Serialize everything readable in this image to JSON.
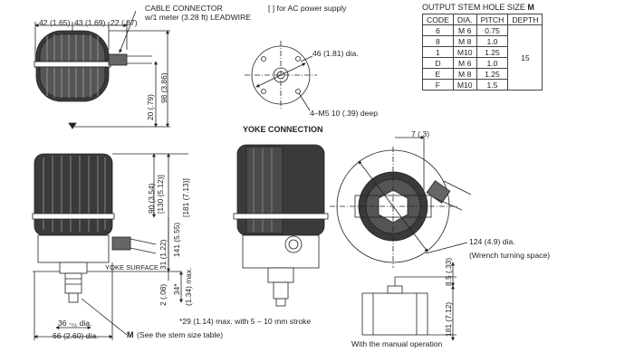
{
  "top_labels": {
    "cable_connector": "CABLE CONNECTOR",
    "leadwire": "w/1 meter (3.28 ft) LEADWIRE",
    "ac_note": "[    ] for AC power supply"
  },
  "top_view_dims": {
    "d1": "42 (1.65)",
    "d2": "43 (1.69)",
    "d3": "22 (.87)",
    "height_left": "20 (.79)",
    "height_right": "98 (3.86)"
  },
  "yoke_view": {
    "dia_label": "46 (1.81) dia.",
    "hole_label": "4–M5 10 (.39) deep",
    "title": "YOKE CONNECTION"
  },
  "front_view_dims": {
    "d90": "90 (3.54)",
    "d130": "[130 (5.12)]",
    "d141": "141 (5.55)",
    "d181": "[181 (7.13)]",
    "d31": "31 (1.22)",
    "d2": "2 (.08)",
    "d34": "34*",
    "d134": "(1.34) max.",
    "yoke_surface": "YOKE SURFACE",
    "dia36": "36 -₀₁ dia.",
    "dia66": "66 (2.60) dia.",
    "m_label": "M",
    "m_note": "(See the stem size table)",
    "stroke_note": "*29 (1.14) max. with 5 – 10 mm stroke"
  },
  "right_view": {
    "d7": "7 (.3)",
    "dia124": "124 (4.9) dia.",
    "wrench": "(Wrench turning space)",
    "d85": "8.5 (.33)",
    "d181": "181 (7.12)",
    "manual": "With the manual operation"
  },
  "stem_table": {
    "title_prefix": "OUTPUT STEM HOLE SIZE ",
    "title_bold": "M",
    "headers": [
      "CODE",
      "DIA.",
      "PITCH",
      "DEPTH"
    ],
    "rows": [
      [
        "6",
        "M 6",
        "0.75"
      ],
      [
        "8",
        "M 8",
        "1.0"
      ],
      [
        "1",
        "M10",
        "1.25"
      ],
      [
        "D",
        "M 6",
        "1.0"
      ],
      [
        "E",
        "M 8",
        "1.25"
      ],
      [
        "F",
        "M10",
        "1.5"
      ]
    ],
    "depth": "15"
  }
}
